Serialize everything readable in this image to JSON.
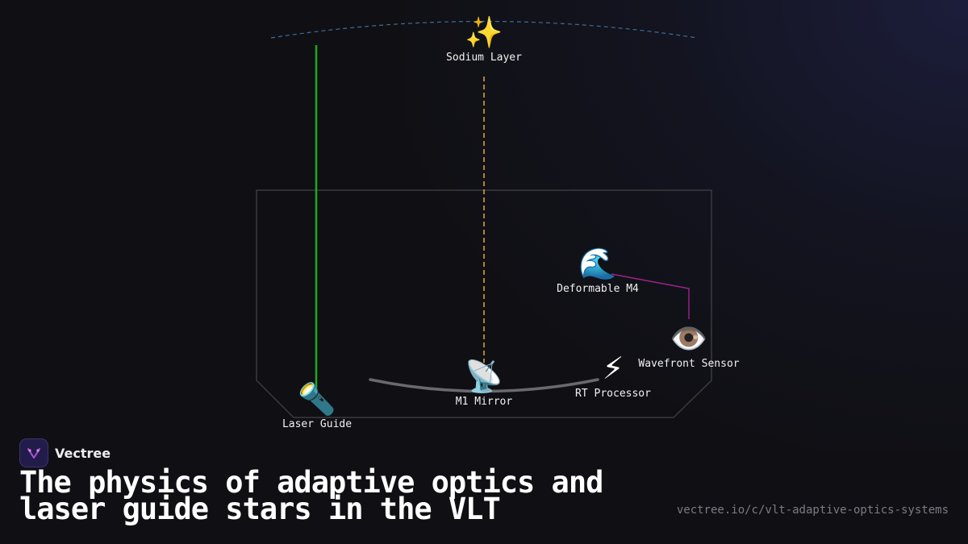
{
  "diagram": {
    "nodes": [
      {
        "id": "sodium",
        "label": "Sodium Layer",
        "icon": "sparkles-icon",
        "glyph": "✨"
      },
      {
        "id": "deformable",
        "label": "Deformable M4",
        "icon": "wave-icon",
        "glyph": "🌊"
      },
      {
        "id": "wavefront",
        "label": "Wavefront Sensor",
        "icon": "eye-icon",
        "glyph": "👁️"
      },
      {
        "id": "rt",
        "label": "RT Processor",
        "icon": "lightning-icon",
        "glyph": "⚡"
      },
      {
        "id": "m1",
        "label": "M1 Mirror",
        "icon": "satellite-dish-icon",
        "glyph": "📡"
      },
      {
        "id": "laser",
        "label": "Laser Guide",
        "icon": "flashlight-icon",
        "glyph": "🔦"
      }
    ],
    "colors": {
      "laser_beam": "#1fa81f",
      "return_light": "#d4a23a",
      "sodium_arc": "#3f6c97",
      "control_link": "#a0228c",
      "dome_outline": "#3a3a3e",
      "mirror": "#6a6a6e"
    }
  },
  "brand": {
    "name": "Vectree",
    "logo_icon": "vectree-logo-icon"
  },
  "headline": "The physics of adaptive optics and laser guide stars in the VLT",
  "url": "vectree.io/c/vlt-adaptive-optics-systems"
}
